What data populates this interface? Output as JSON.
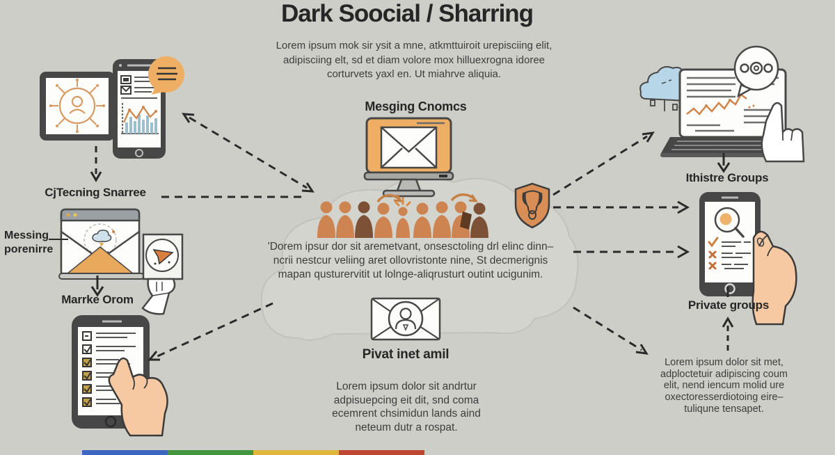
{
  "title": "Dark Soocial / Sharring",
  "intro": {
    "lines": [
      "Lorem  ipsum mok sir ysit a mne, atkmttuiroit urepisciing elit,",
      "adipisciing elt, sd et diam volore  mox hilluexrogna  idoree",
      "corturvets yaxl en.  Ut miahrve aliquia."
    ]
  },
  "center": {
    "heading": "Mesging Cnomcs",
    "cloud_lines": [
      "'Dorem ipsur dor sit aremetvant, onsesctoling drl elinc dinn–",
      "ncrii  nestcur veliing aret ollovristonte nine, St decmerignis",
      "mapan qusturervitit ut lolnge-aliqrusturt outint ucigunim."
    ]
  },
  "left": {
    "heading": "CjTecning Snarree",
    "note_line1": "Messing",
    "note_line2": "porenirre",
    "sub_heading": "Marrke Orom"
  },
  "right": {
    "heading": "Ithistre Groups",
    "sub_heading": "Private groups",
    "note_lines": [
      "Lorem ipsum dolor sit met,",
      "adploctetuir adipiscing coum",
      "elit, nend iencum molid ure",
      "oxectoresserdiotoing eire–",
      "tuliqune tensapet."
    ]
  },
  "bottom": {
    "heading": "Pivat inet amil",
    "note_lines": [
      "Lorem ipsum dolor sit andrtur",
      "adpisuepcing eit dit, snd coma",
      "ecemrent chsimidun lands aind",
      "neteum dutr a rospat."
    ]
  },
  "icons": {
    "left_device": "tablet-phone-analytics-icon",
    "orange_bubble": "chat-bubble-icon",
    "mail_window": "email-browser-icon",
    "share_card": "paper-plane-card-icon",
    "checklist_phone": "phone-checklist-icon",
    "pointer_hand": "hand-pointer-icon",
    "monitor_mail": "monitor-envelope-icon",
    "people_group": "audience-silhouettes-icon",
    "shield_badge": "animal-shield-icon",
    "private_mail": "envelope-user-icon",
    "laptop_chart": "laptop-trend-chart-icon",
    "clouds": "cloud-sync-icon",
    "bubble_dots": "speech-bubble-dots-icon",
    "search_phone": "phone-magnifier-list-icon",
    "holding_hand": "hand-holding-phone-icon"
  },
  "colors": {
    "background": "#cdcec8",
    "cloud_fill": "#d3d4ce",
    "accent_orange": "#eeae63",
    "people_orange": "#cd8450",
    "people_brown": "#7d5136",
    "shield_orange": "#d98e55",
    "skin": "#f6c9a2",
    "device_frame": "#474747",
    "cloud_blue": "#b7d6e8",
    "text_dark": "#2d2d2d",
    "bar_blue": "#3c66c0",
    "bar_green": "#43953f",
    "bar_yellow": "#e0b73a",
    "bar_red": "#bf4633"
  }
}
